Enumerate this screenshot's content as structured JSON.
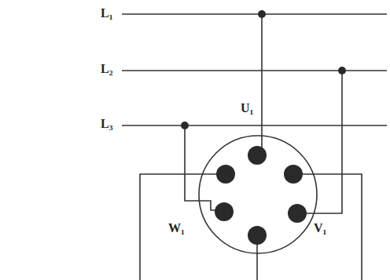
{
  "diagram": {
    "labels": [
      "L₁",
      "L₂",
      "L₃",
      "U₁",
      "W₁",
      "V₁"
    ]
  }
}
